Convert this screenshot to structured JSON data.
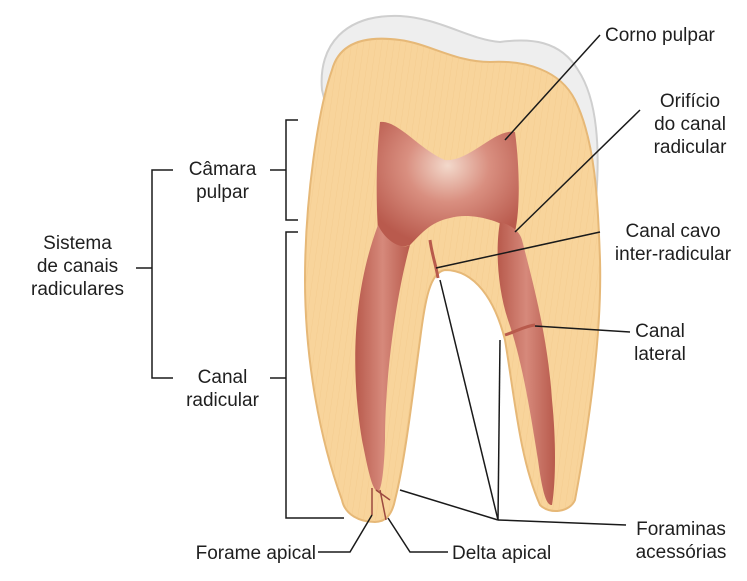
{
  "labels": {
    "corno_pulpar": "Corno pulpar",
    "orificio": [
      "Orifício",
      "do canal",
      "radicular"
    ],
    "canal_cavo": [
      "Canal cavo",
      "inter-radicular"
    ],
    "canal_lateral": [
      "Canal",
      "lateral"
    ],
    "foraminas": [
      "Foraminas",
      "acessórias"
    ],
    "delta_apical": "Delta apical",
    "forame_apical": "Forame apical",
    "camara_pulpar": [
      "Câmara",
      "pulpar"
    ],
    "canal_radicular": [
      "Canal",
      "radicular"
    ],
    "sistema": [
      "Sistema",
      "de canais",
      "radiculares"
    ]
  },
  "colors": {
    "enamel": "#eeeeee",
    "dentin": "#f8d49b",
    "dentin_stroke": "#e8b978",
    "pulp": "#c5675b",
    "pulp_light": "#f4ddd2",
    "leader": "#1a1a1a"
  }
}
